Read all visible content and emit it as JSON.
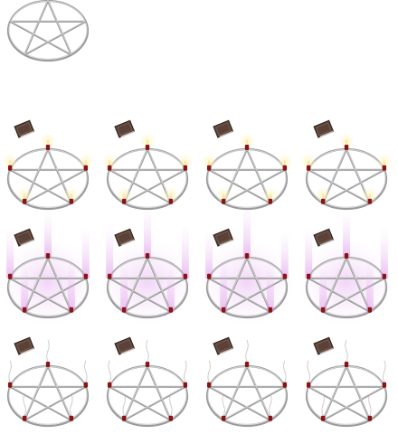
{
  "sheet": {
    "background": "#ffffff",
    "columns": 4,
    "rows": [
      {
        "state": "idle",
        "frames": 1
      },
      {
        "state": "lit",
        "frames": 4
      },
      {
        "state": "glowing",
        "frames": 4
      },
      {
        "state": "smoking",
        "frames": 4
      }
    ]
  },
  "palette": {
    "circle": "#9b9b9b",
    "circle_highlight": "#d6d6d6",
    "candle": "#8a1414",
    "flame": "#ffe9a0",
    "glow": "#e8b8f0",
    "book": "#5a4238",
    "book_edge": "#2e211c",
    "smoke": "#b8b0ac"
  },
  "icons": {
    "pentagram": "pentagram-icon",
    "book": "spellbook-icon",
    "candle": "candle-icon"
  }
}
